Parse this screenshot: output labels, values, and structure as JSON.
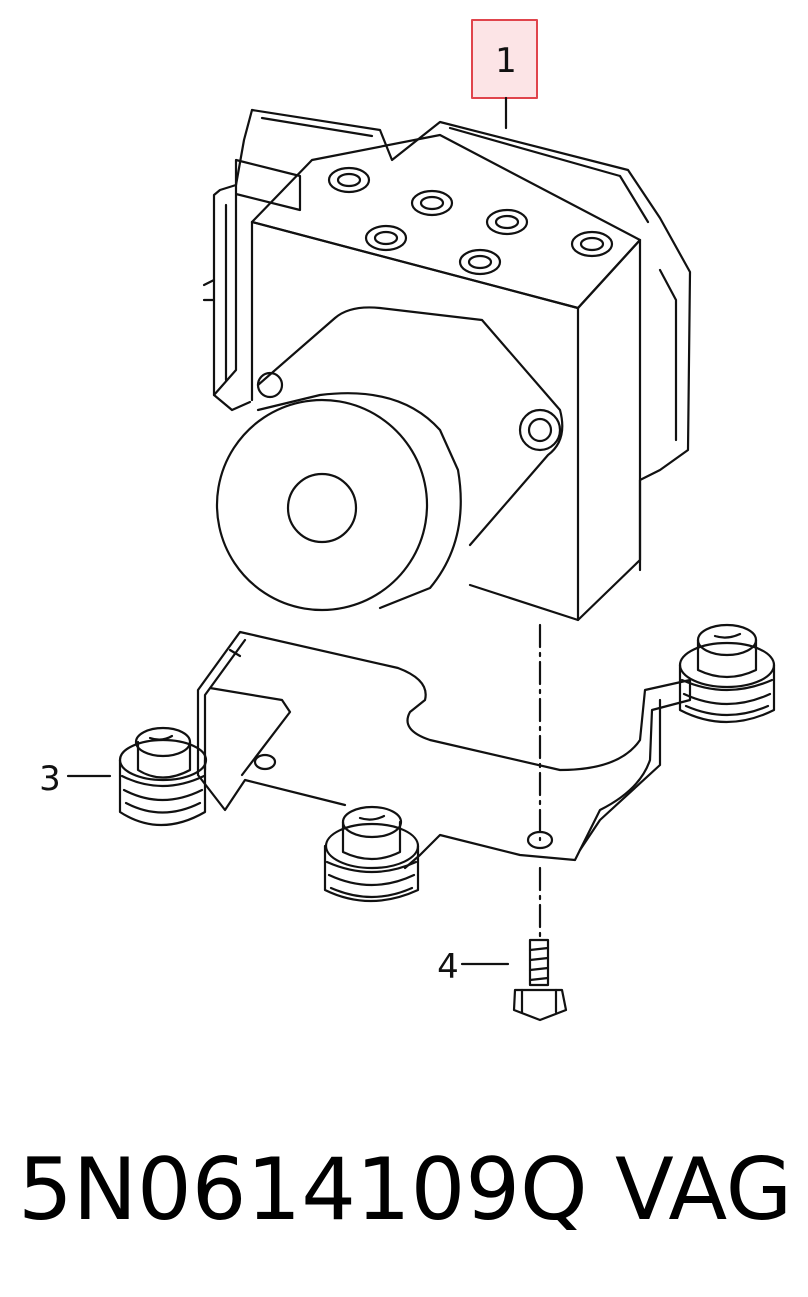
{
  "callouts": {
    "c1": "1",
    "c3": "3",
    "c4": "4"
  },
  "caption": {
    "part_number": "5N0614109Q",
    "brand": "VAG"
  },
  "colors": {
    "line": "#111111",
    "highlight_box": "#e0444c",
    "highlight_fill": "#fce4e6"
  }
}
